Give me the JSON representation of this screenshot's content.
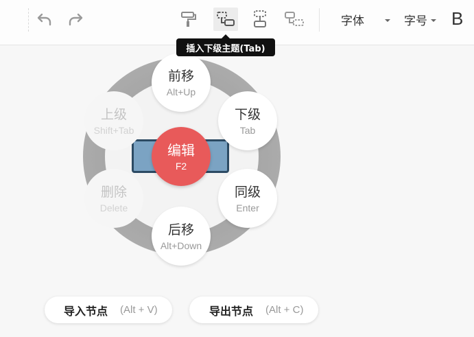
{
  "toolbar": {
    "buttons": [
      {
        "name": "undo-button",
        "icon": "undo-icon"
      },
      {
        "name": "redo-button",
        "icon": "redo-icon"
      },
      {
        "name": "format-painter-button",
        "icon": "format-painter-icon"
      },
      {
        "name": "insert-child-topic-button",
        "icon": "insert-child-icon",
        "active": true
      },
      {
        "name": "insert-sibling-topic-button",
        "icon": "insert-sibling-icon"
      },
      {
        "name": "insert-parent-topic-button",
        "icon": "insert-parent-icon"
      }
    ],
    "font_family_label": "字体",
    "font_size_label": "字号",
    "bold_label": "B"
  },
  "tooltip": {
    "text": "插入下级主题(Tab)"
  },
  "radial_menu": {
    "items": [
      {
        "label": "前移",
        "shortcut": "Alt+Up",
        "enabled": true
      },
      {
        "label": "下级",
        "shortcut": "Tab",
        "enabled": true
      },
      {
        "label": "同级",
        "shortcut": "Enter",
        "enabled": true
      },
      {
        "label": "后移",
        "shortcut": "Alt+Down",
        "enabled": true
      },
      {
        "label": "删除",
        "shortcut": "Delete",
        "enabled": false
      },
      {
        "label": "上级",
        "shortcut": "Shift+Tab",
        "enabled": false
      }
    ],
    "center": {
      "label": "编辑",
      "shortcut": "F2"
    }
  },
  "bottom": {
    "import": {
      "label": "导入节点",
      "shortcut": "(Alt + V)"
    },
    "export": {
      "label": "导出节点",
      "shortcut": "(Alt + C)"
    }
  },
  "colors": {
    "edit_button": "#e85a5a",
    "node_fill": "#7ba3c3",
    "node_border": "#2c4a63",
    "ring": "#a5a5a5"
  }
}
